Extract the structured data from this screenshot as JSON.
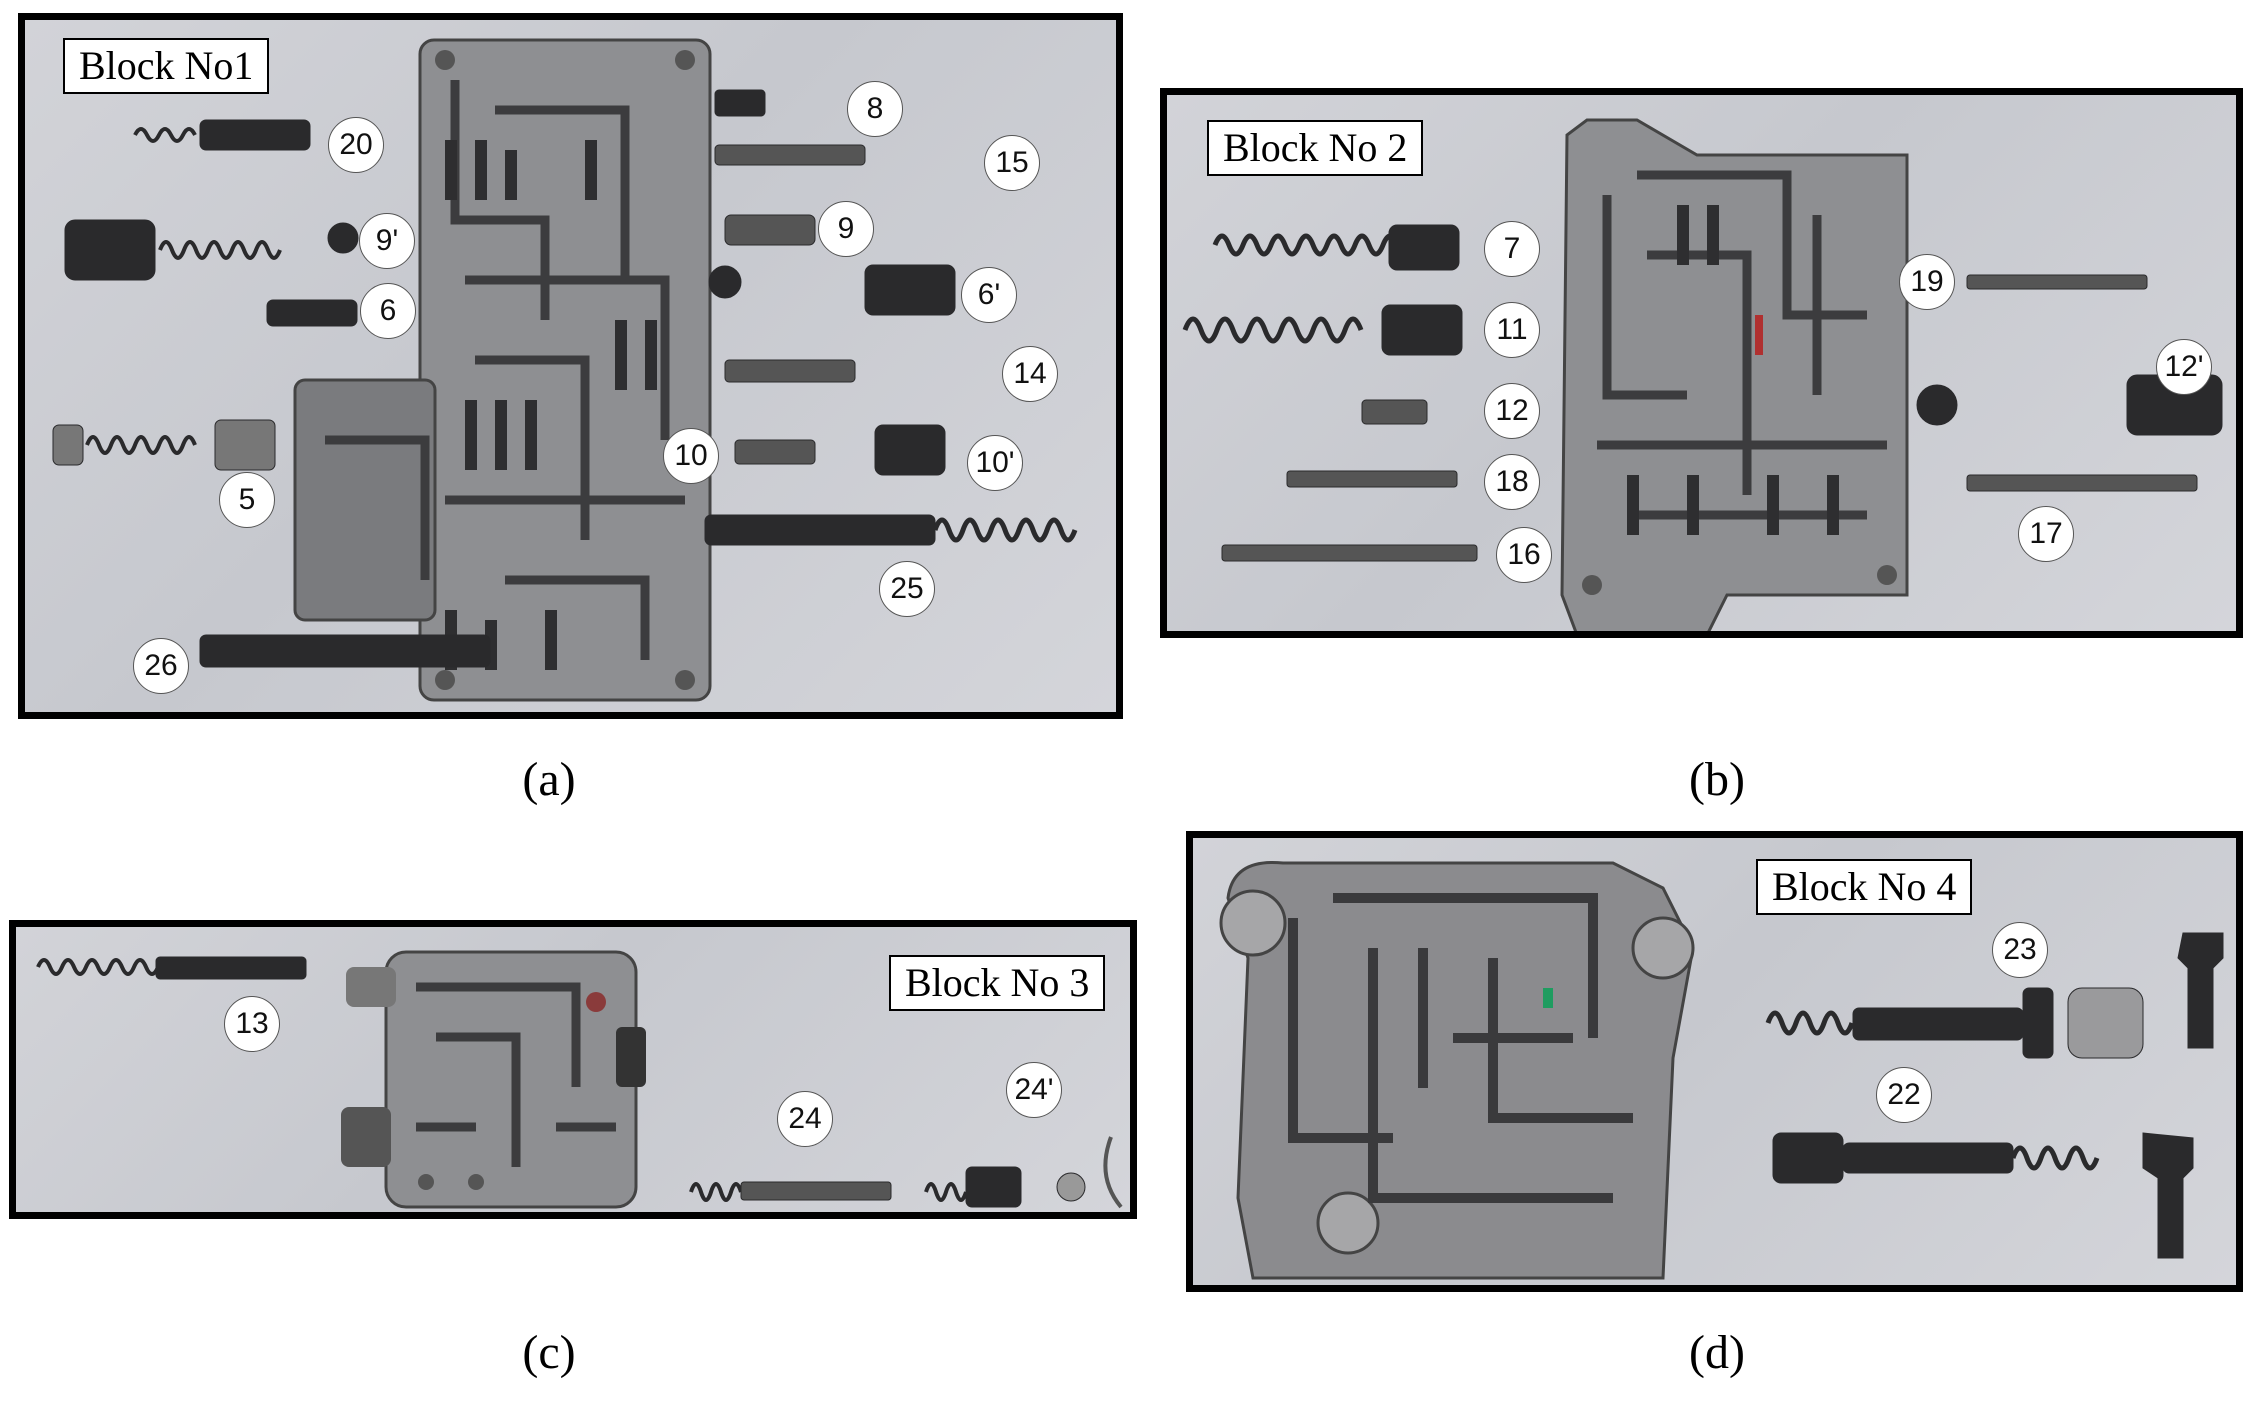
{
  "panels": {
    "a": {
      "title": "Block No1",
      "caption": "(a)",
      "parts": [
        "20",
        "8",
        "15",
        "9'",
        "9",
        "6",
        "6'",
        "14",
        "5",
        "10",
        "10'",
        "25",
        "26"
      ]
    },
    "b": {
      "title": "Block No 2",
      "caption": "(b)",
      "parts": [
        "7",
        "11",
        "12",
        "18",
        "16",
        "19",
        "12'",
        "17"
      ]
    },
    "c": {
      "title": "Block No 3",
      "caption": "(c)",
      "parts": [
        "13",
        "24",
        "24'"
      ]
    },
    "d": {
      "title": "Block No 4",
      "caption": "(d)",
      "parts": [
        "23",
        "22"
      ]
    }
  },
  "colors": {
    "frame": "#000000",
    "background": "#c9cbd0",
    "metal": "#8a8a8c",
    "dark_metal": "#2a2a2c"
  }
}
